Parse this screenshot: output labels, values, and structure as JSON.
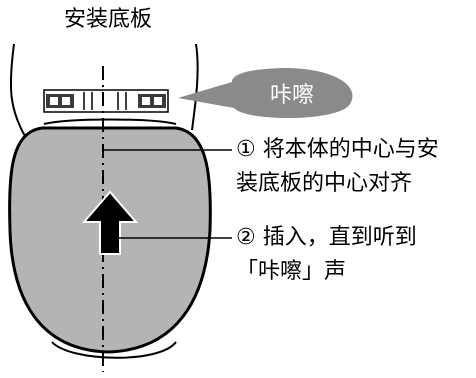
{
  "labels": {
    "plate": "安装底板",
    "callout": "咔嚓",
    "step1_line1": "① 将本体的中心与安",
    "step1_line2": "装底板的中心对齐",
    "step2_line1": "② 插入，直到听到",
    "step2_line2": "「咔嚓」声"
  },
  "colors": {
    "lid_fill": "#b4b4b4",
    "callout_fill": "#8a8a8a",
    "outline": "#000000",
    "background": "#ffffff"
  }
}
